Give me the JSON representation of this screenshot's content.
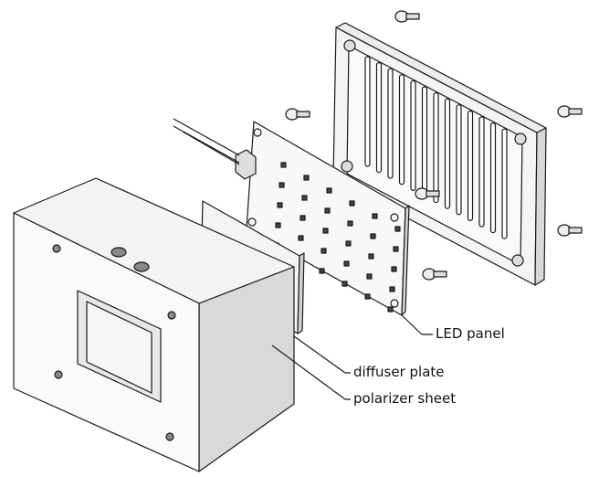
{
  "labels": {
    "led_panel": "LED panel",
    "diffuser_plate": "diffuser plate",
    "polarizer_sheet": "polarizer sheet"
  },
  "colors": {
    "stroke": "#1a1a1a",
    "face_light": "#f7f7f7",
    "face_mid": "#e6e6e6",
    "face_dark": "#cfcfcf"
  }
}
